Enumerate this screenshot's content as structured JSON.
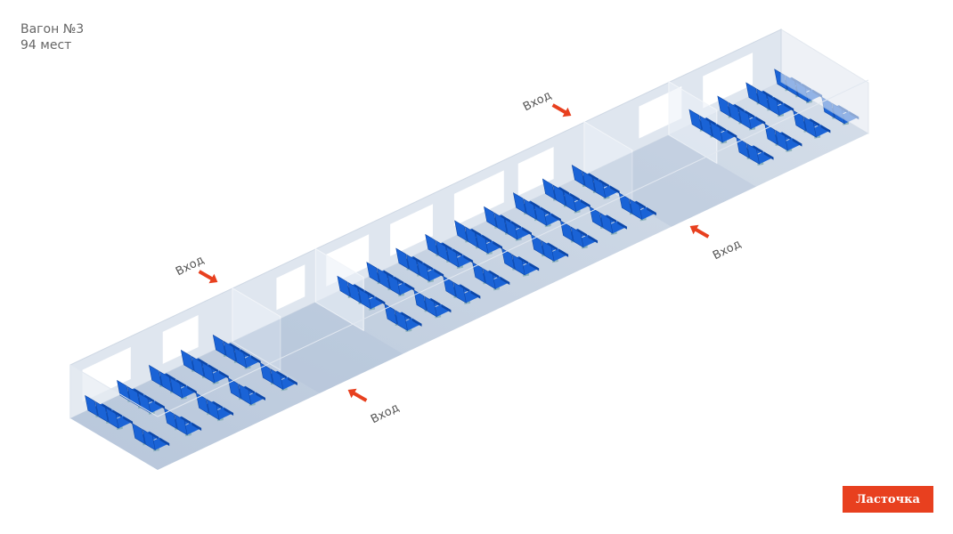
{
  "header": {
    "car": "Вагон №3",
    "seats": "94 мест"
  },
  "entrances": [
    {
      "label": "Вход",
      "side": "back"
    },
    {
      "label": "Вход",
      "side": "back"
    },
    {
      "label": "Вход",
      "side": "front"
    },
    {
      "label": "Вход",
      "side": "front"
    }
  ],
  "logo": "Ласточка",
  "colors": {
    "seat": "#1a63d6",
    "seat_dark": "#0d47a8",
    "arrow": "#e8401f",
    "floor": "#c3d0e0",
    "wall": "#dde4ee",
    "logo_bg": "#e8401f"
  }
}
